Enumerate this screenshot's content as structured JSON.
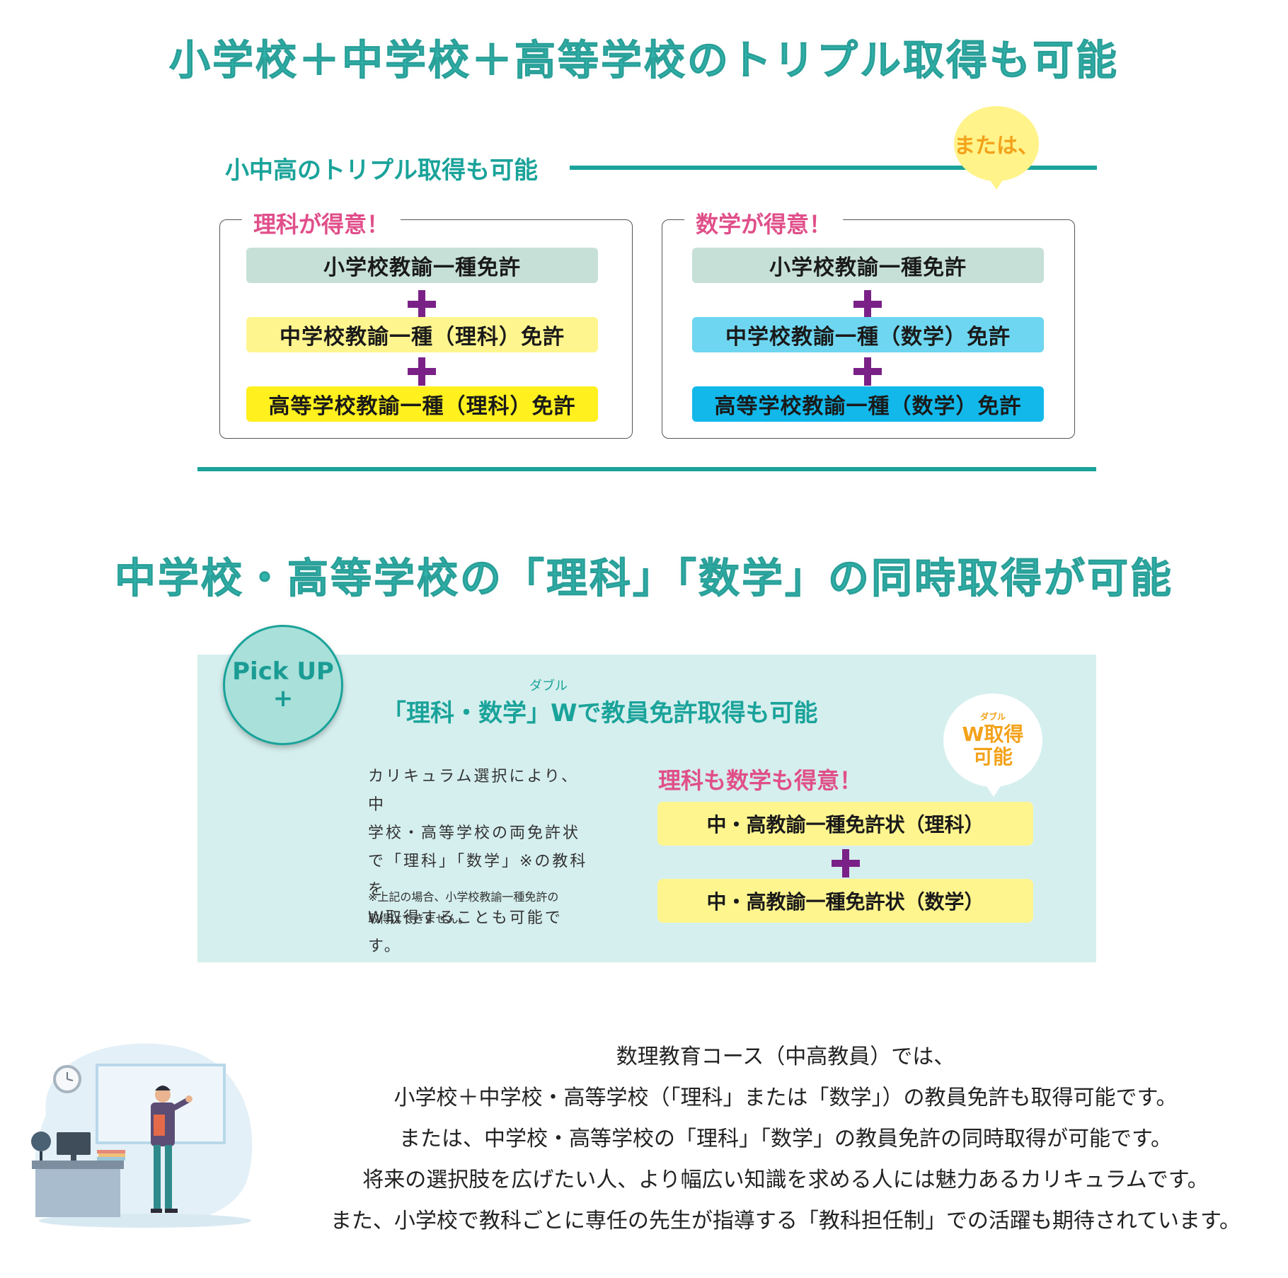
{
  "section1": {
    "headline": "小学校＋中学校＋高等学校のトリプル取得も可能",
    "subtitle": "小中高のトリプル取得も可能",
    "or_bubble": "または、",
    "science_card": {
      "title": "理科が得意！",
      "licenses": [
        "小学校教諭一種免許",
        "中学校教諭一種（理科）免許",
        "高等学校教諭一種（理科）免許"
      ]
    },
    "math_card": {
      "title": "数学が得意！",
      "licenses": [
        "小学校教諭一種免許",
        "中学校教諭一種（数学）免許",
        "高等学校教諭一種（数学）免許"
      ]
    },
    "colors": {
      "teal": "#1aa39a",
      "pink": "#e04f8a",
      "plus": "#7a2187",
      "gray_bar": "#c6e0d8",
      "yellow_light": "#fff58f",
      "yellow_bright": "#fff01e",
      "blue_light": "#6ed6f0",
      "blue_bright": "#12b8ea"
    }
  },
  "section2": {
    "headline": "中学校・高等学校の「理科」「数学」の同時取得が可能",
    "pickup_badge": {
      "line1": "Pick UP",
      "line2": "+"
    },
    "pickup_title": "「理科・数学」Wで教員免許取得も可能",
    "pickup_title_ruby": "ダブル",
    "body": [
      "カリキュラム選択により、中",
      "学校・高等学校の両免許状",
      "で「理科」「数学」※の教科を",
      "W取得することも可能です。"
    ],
    "note": [
      "※上記の場合、小学校教諭一種免許の",
      "取得はできません。"
    ],
    "sub_title": "理科も数学も得意！",
    "w_bubble": {
      "ruby": "ダブル",
      "line1": "W取得",
      "line2": "可能"
    },
    "licenses": [
      "中・高教諭一種免許状（理科）",
      "中・高教諭一種免許状（数学）"
    ],
    "panel_color": "#d5efee"
  },
  "closing": {
    "lines": [
      "数理教育コース（中高教員）では、",
      "小学校＋中学校・高等学校（「理科」または「数学」）の教員免許も取得可能です。",
      "または、中学校・高等学校の「理科」「数学」の教員免許の同時取得が可能です。",
      "将来の選択肢を広げたい人、より幅広い知識を求める人には魅力あるカリキュラムです。",
      "また、小学校で教科ごとに専任の先生が指導する「教科担任制」での活躍も期待されています。"
    ]
  },
  "illustration": {
    "icon": "teacher-classroom-illustration"
  }
}
